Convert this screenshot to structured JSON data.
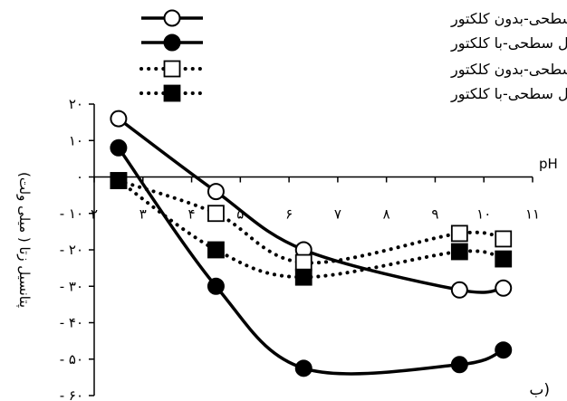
{
  "chart_data": {
    "type": "line",
    "panel_label": "ب)",
    "xlabel": "pH",
    "ylabel": "پتانسیل زتا ( میلی ولت)",
    "xlim": [
      2,
      11
    ],
    "ylim": [
      -60,
      20
    ],
    "x_ticks": [
      {
        "value": 2,
        "label": "۲"
      },
      {
        "value": 3,
        "label": "۳"
      },
      {
        "value": 4,
        "label": "۴"
      },
      {
        "value": 5,
        "label": "۵"
      },
      {
        "value": 6,
        "label": "۶"
      },
      {
        "value": 7,
        "label": "۷"
      },
      {
        "value": 8,
        "label": "۸"
      },
      {
        "value": 9,
        "label": "۹"
      },
      {
        "value": 10,
        "label": "۱۰"
      },
      {
        "value": 11,
        "label": "۱۱"
      }
    ],
    "y_ticks": [
      {
        "value": 20,
        "label": "۲۰"
      },
      {
        "value": 10,
        "label": "۱۰"
      },
      {
        "value": 0,
        "label": "۰"
      },
      {
        "value": -10,
        "label": "- ۱۰"
      },
      {
        "value": -20,
        "label": "- ۲۰"
      },
      {
        "value": -30,
        "label": "- ۳۰"
      },
      {
        "value": -40,
        "label": "- ۴۰"
      },
      {
        "value": -50,
        "label": "- ۵۰"
      },
      {
        "value": -60,
        "label": "- ۶۰"
      }
    ],
    "legend_position": "top",
    "series": [
      {
        "name": "قبل از انحلال سطحی-بدون کلکتور",
        "line": "solid",
        "marker": "circle-open",
        "x": [
          2.5,
          4.5,
          6.3,
          9.5,
          10.4
        ],
        "y": [
          16,
          -4,
          -20,
          -31,
          -30.5
        ]
      },
      {
        "name": "قبل از انحلال سطحی-با کلکتور",
        "line": "solid",
        "marker": "circle-filled",
        "x": [
          2.5,
          4.5,
          6.3,
          9.5,
          10.4
        ],
        "y": [
          8,
          -30,
          -52.5,
          -51.5,
          -47.5
        ]
      },
      {
        "name": "بعد از انحلال سطحی-بدون کلکتور",
        "line": "dotted",
        "marker": "square-open",
        "x": [
          2.5,
          4.5,
          6.3,
          9.5,
          10.4
        ],
        "y": [
          -1,
          -10,
          -23.5,
          -15.5,
          -17
        ]
      },
      {
        "name": "بعد از انحلال سطحی-با کلکتور",
        "line": "dotted",
        "marker": "square-filled",
        "x": [
          2.5,
          4.5,
          6.3,
          9.5,
          10.4
        ],
        "y": [
          -1,
          -20,
          -27.5,
          -20.5,
          -22.5
        ]
      }
    ]
  }
}
